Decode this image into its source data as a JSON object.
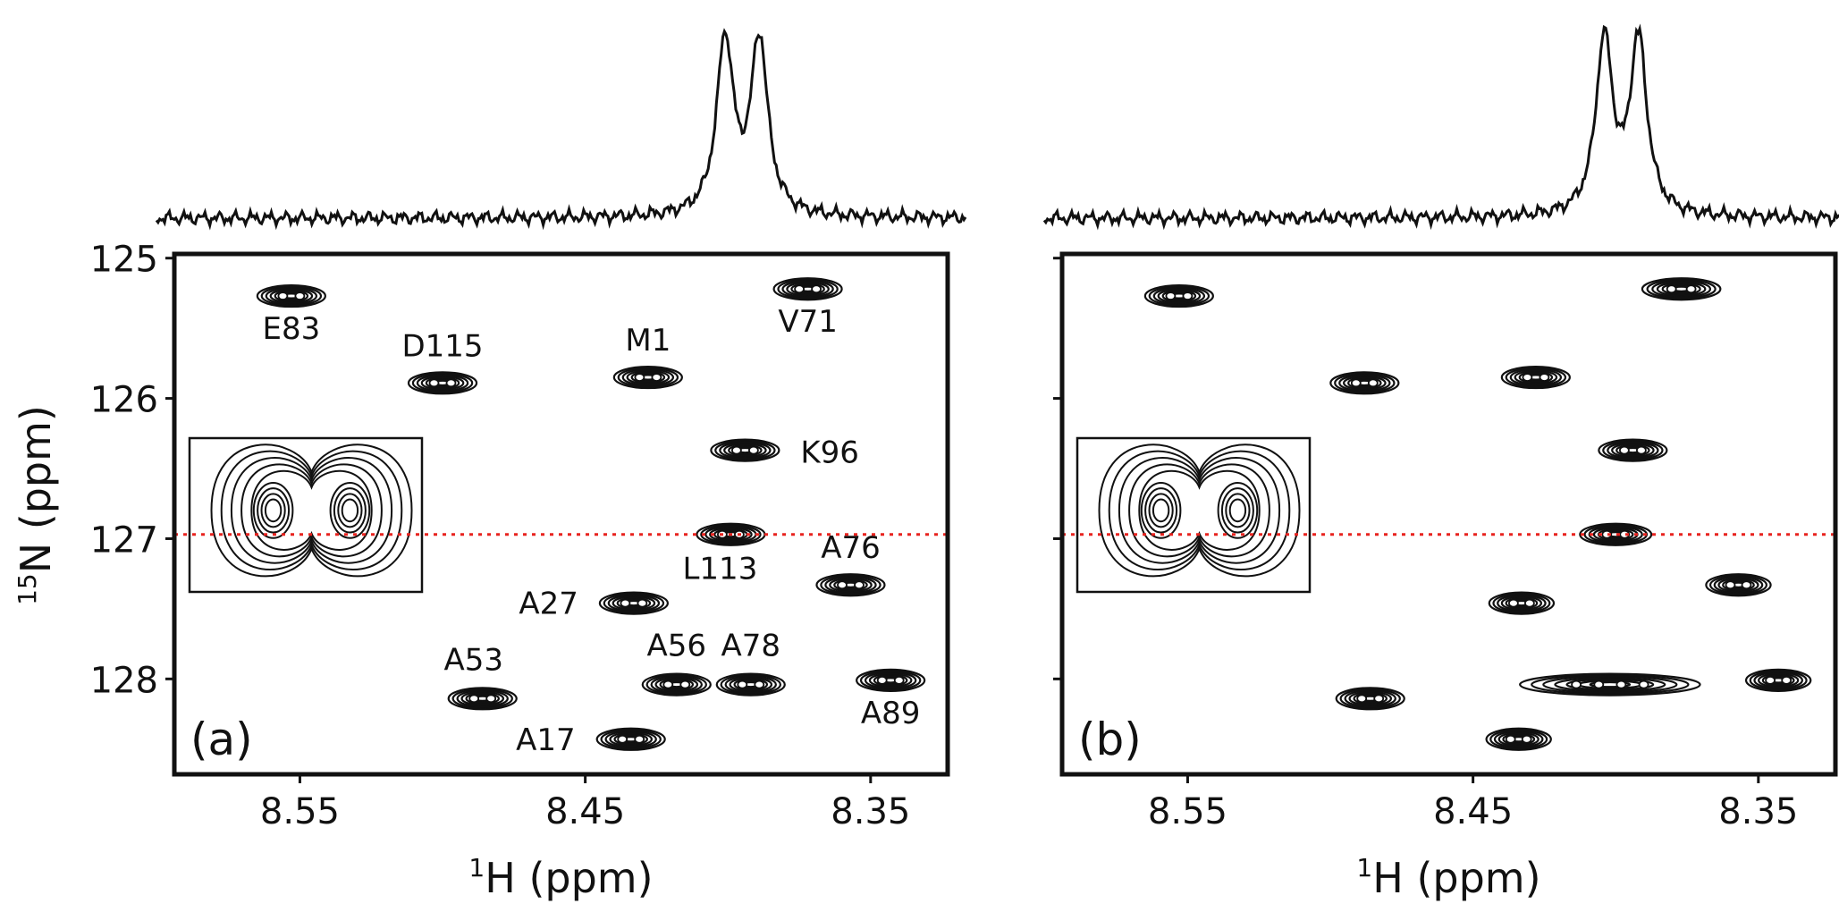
{
  "figure": {
    "ylabel_sup": "15",
    "ylabel_main": "N (ppm)"
  },
  "chart_data": [
    {
      "type": "contour",
      "panel_label": "(a)",
      "xlabel_sup": "1",
      "xlabel_main": "H (ppm)",
      "x_axis": {
        "reversed": true,
        "range": [
          8.323,
          8.594
        ],
        "ticks": [
          "8.55",
          "8.45",
          "8.35"
        ],
        "tick_values": [
          8.55,
          8.45,
          8.35
        ]
      },
      "y_axis": {
        "reversed": true,
        "range": [
          124.97,
          128.68
        ],
        "ticks": [
          "125",
          "126",
          "127",
          "128"
        ],
        "tick_values": [
          125,
          126,
          127,
          128
        ]
      },
      "reference_line_y_ppm": 126.97,
      "reference_line_color": "#e8231f",
      "peaks": [
        {
          "label": "E83",
          "h": 8.553,
          "n": 125.27
        },
        {
          "label": "D115",
          "h": 8.5,
          "n": 125.89
        },
        {
          "label": "M1",
          "h": 8.428,
          "n": 125.85
        },
        {
          "label": "V71",
          "h": 8.372,
          "n": 125.22
        },
        {
          "label": "K96",
          "h": 8.394,
          "n": 126.37
        },
        {
          "label": "L113",
          "h": 8.399,
          "n": 126.97
        },
        {
          "label": "A76",
          "h": 8.357,
          "n": 127.33
        },
        {
          "label": "A27",
          "h": 8.433,
          "n": 127.46
        },
        {
          "label": "A53",
          "h": 8.486,
          "n": 128.14
        },
        {
          "label": "A56",
          "h": 8.418,
          "n": 128.04
        },
        {
          "label": "A78",
          "h": 8.392,
          "n": 128.04
        },
        {
          "label": "A89",
          "h": 8.343,
          "n": 128.01
        },
        {
          "label": "A17",
          "h": 8.434,
          "n": 128.43
        }
      ],
      "projection_1d": {
        "peak_ppm": [
          8.401,
          8.389
        ],
        "description": "1H slice"
      }
    },
    {
      "type": "contour",
      "panel_label": "(b)",
      "xlabel_sup": "1",
      "xlabel_main": "H (ppm)",
      "x_axis": {
        "reversed": true,
        "range": [
          8.323,
          8.594
        ],
        "ticks": [
          "8.55",
          "8.45",
          "8.35"
        ],
        "tick_values": [
          8.55,
          8.45,
          8.35
        ]
      },
      "y_axis": {
        "reversed": true,
        "range": [
          124.97,
          128.68
        ],
        "ticks": [
          "125",
          "126",
          "127",
          "128"
        ],
        "tick_values": [
          125,
          126,
          127,
          128
        ]
      },
      "reference_line_y_ppm": 126.97,
      "reference_line_color": "#e8231f",
      "peaks": [
        {
          "h": 8.553,
          "n": 125.27,
          "w": 1.0
        },
        {
          "h": 8.488,
          "n": 125.89,
          "w": 1.0
        },
        {
          "h": 8.428,
          "n": 125.85,
          "w": 1.0
        },
        {
          "h": 8.377,
          "n": 125.22,
          "w": 1.15
        },
        {
          "h": 8.394,
          "n": 126.37,
          "w": 1.0
        },
        {
          "h": 8.4,
          "n": 126.97,
          "w": 1.05
        },
        {
          "h": 8.357,
          "n": 127.33,
          "w": 0.95
        },
        {
          "h": 8.433,
          "n": 127.46,
          "w": 0.95
        },
        {
          "h": 8.486,
          "n": 128.14,
          "w": 1.0
        },
        {
          "h": 8.402,
          "n": 128.04,
          "w": 2.65
        },
        {
          "h": 8.343,
          "n": 128.01,
          "w": 0.95
        },
        {
          "h": 8.434,
          "n": 128.43,
          "w": 0.95
        }
      ],
      "projection_1d": {
        "peak_ppm": [
          8.404,
          8.392
        ],
        "description": "1H slice"
      }
    }
  ]
}
